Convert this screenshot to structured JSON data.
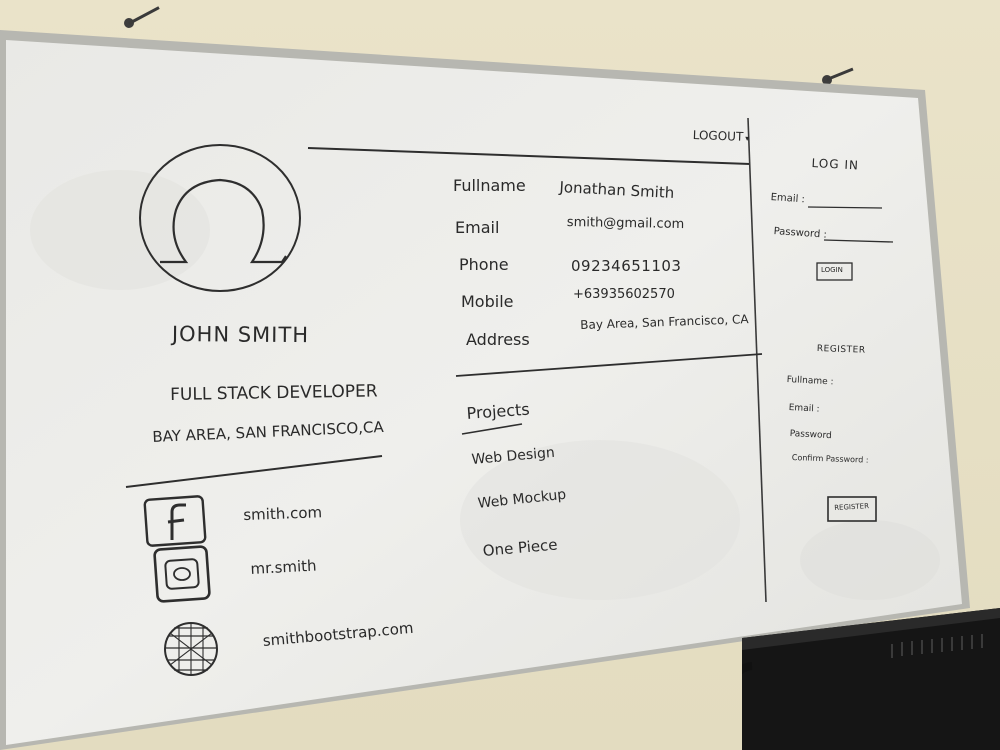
{
  "navbar": {
    "logout_label": "LOGOUT"
  },
  "profile": {
    "avatar_icon": "omega-avatar-icon",
    "name": "JOHN SMITH",
    "title": "FULL STACK DEVELOPER",
    "location": "BAY AREA, SAN FRANCISCO,CA"
  },
  "links": [
    {
      "icon": "facebook-icon",
      "text": "smith.com"
    },
    {
      "icon": "instagram-icon",
      "text": "mr.smith"
    },
    {
      "icon": "globe-icon",
      "text": "smithbootstrap.com"
    }
  ],
  "details": {
    "rows": [
      {
        "label": "Fullname",
        "value": "Jonathan Smith"
      },
      {
        "label": "Email",
        "value": "smith@gmail.com"
      },
      {
        "label": "Phone",
        "value": "09234651103"
      },
      {
        "label": "Mobile",
        "value": "+63935602570"
      },
      {
        "label": "Address",
        "value": "Bay Area, San Francisco, CA"
      }
    ]
  },
  "projects": {
    "heading": "Projects",
    "items": [
      "Web Design",
      "Web Mockup",
      "One Piece"
    ]
  },
  "login": {
    "title": "LOG IN",
    "email_label": "Email :",
    "password_label": "Password :",
    "button_label": "LOGIN"
  },
  "register": {
    "title": "REGISTER",
    "fullname_label": "Fullname :",
    "email_label": "Email :",
    "password_label": "Password",
    "confirm_label": "Confirm Password :",
    "button_label": "REGISTER"
  },
  "colors": {
    "board": "#f1f1ef",
    "marker": "#2a2a2a",
    "frame": "#b9b9b3",
    "wall": "#e9e2c6"
  }
}
